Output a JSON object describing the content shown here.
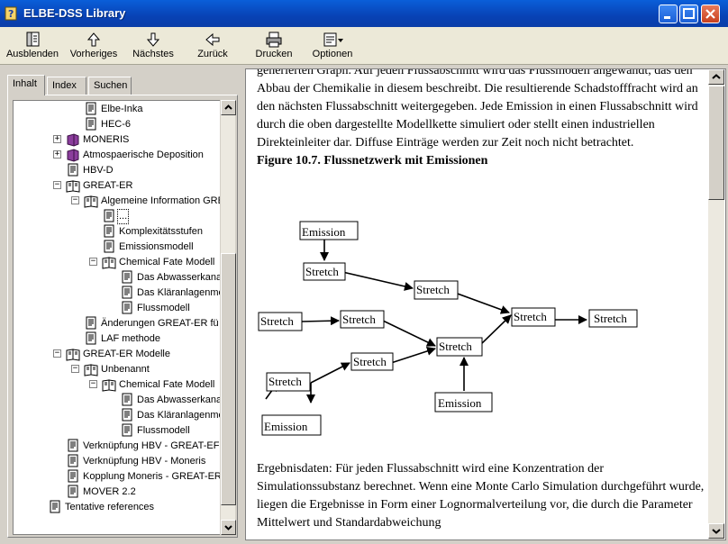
{
  "window": {
    "title": "ELBE-DSS Library"
  },
  "toolbar": {
    "buttons": [
      {
        "label": "Ausblenden",
        "icon": "hide-icon"
      },
      {
        "label": "Vorheriges",
        "icon": "arrow-up-icon"
      },
      {
        "label": "Nächstes",
        "icon": "arrow-down-icon"
      },
      {
        "label": "Zurück",
        "icon": "arrow-left-icon"
      },
      {
        "label": "Drucken",
        "icon": "printer-icon"
      },
      {
        "label": "Optionen",
        "icon": "options-icon"
      }
    ]
  },
  "tabs": {
    "contents": "Inhalt",
    "index": "Index",
    "search": "Suchen"
  },
  "tree": [
    {
      "label": "Elbe-Inka",
      "icon": "page"
    },
    {
      "label": "HEC-6",
      "icon": "page"
    },
    {
      "label": "MONERIS",
      "icon": "book-closed"
    },
    {
      "label": "Atmospaerische Deposition",
      "icon": "book-closed"
    },
    {
      "label": "HBV-D",
      "icon": "page"
    },
    {
      "label": "GREAT-ER",
      "icon": "book-open"
    },
    {
      "label": "Algemeine Information GRE",
      "icon": "book-open"
    },
    {
      "label": "...",
      "icon": "page"
    },
    {
      "label": "Komplexitätsstufen",
      "icon": "page"
    },
    {
      "label": "Emissionsmodell",
      "icon": "page"
    },
    {
      "label": "Chemical Fate Modell",
      "icon": "book-open"
    },
    {
      "label": "Das Abwasserkana",
      "icon": "page"
    },
    {
      "label": "Das Kläranlagenmo",
      "icon": "page"
    },
    {
      "label": "Flussmodell",
      "icon": "page"
    },
    {
      "label": "Änderungen GREAT-ER fü",
      "icon": "page"
    },
    {
      "label": "LAF methode",
      "icon": "page"
    },
    {
      "label": "GREAT-ER Modelle",
      "icon": "book-open"
    },
    {
      "label": "Unbenannt",
      "icon": "book-open"
    },
    {
      "label": "Chemical Fate Modell",
      "icon": "book-open"
    },
    {
      "label": "Das Abwasserkana",
      "icon": "page"
    },
    {
      "label": "Das Kläranlagenmo",
      "icon": "page"
    },
    {
      "label": "Flussmodell",
      "icon": "page"
    },
    {
      "label": "Verknüpfung HBV - GREAT-EF",
      "icon": "page"
    },
    {
      "label": "Verknüpfung HBV - Moneris",
      "icon": "page"
    },
    {
      "label": "Kopplung Moneris - GREAT-ER",
      "icon": "page"
    },
    {
      "label": "MOVER 2.2",
      "icon": "page"
    },
    {
      "label": "Tentative references",
      "icon": "page"
    }
  ],
  "content": {
    "para1": "generierten Graph. Auf jeden Flussabschnitt wird das Flussmodell angewandt, das den Abbau der Chemikalie in diesem beschreibt. Die resultierende Schadstofffracht wird an den nächsten Flussabschnitt weitergegeben. Jede Emission in einen Flussabschnitt wird durch die oben dargestellte Modellkette simuliert oder stellt einen industriellen Direkteinleiter dar. Diffuse Einträge werden zur Zeit noch nicht betrachtet.",
    "figure_title": "Figure 10.7. Flussnetzwerk mit Emissionen",
    "diagram": {
      "emission": "Emission",
      "stretch": "Stretch"
    },
    "para2": "Ergebnisdaten: Für jeden Flussabschnitt wird eine Konzentration der Simulationssubstanz berechnet. Wenn eine Monte Carlo Simulation durchgeführt wurde, liegen die Ergebnisse in Form einer Lognormalverteilung vor, die durch die Parameter Mittelwert und Standardabweichung"
  }
}
